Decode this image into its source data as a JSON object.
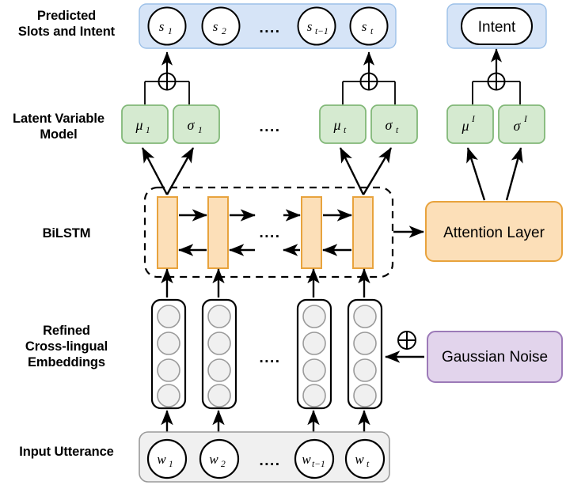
{
  "figure": {
    "title": "Neural architecture: cross-lingual SLU with latent variable model",
    "background": "#ffffff"
  },
  "colors": {
    "blue_fill": "#d6e4f7",
    "blue_stroke": "#9cc0e8",
    "green_fill": "#d5ead0",
    "green_stroke": "#82b878",
    "orange_fill": "#fcdfb8",
    "orange_stroke": "#e8a33d",
    "purple_fill": "#e2d4ec",
    "purple_stroke": "#9c7ab8",
    "gray_fill": "#f0f0f0",
    "gray_stroke": "#9a9a9a",
    "node_fill": "#ffffff",
    "line": "#000000"
  },
  "row_labels": {
    "predicted": "Predicted\nSlots and Intent",
    "predicted_line1": "Predicted",
    "predicted_line2": "Slots and Intent",
    "latent_line1": "Latent Variable",
    "latent_line2": "Model",
    "bilstm": "BiLSTM",
    "embeddings_line1": "Refined",
    "embeddings_line2": "Cross-lingual",
    "embeddings_line3": "Embeddings",
    "input": "Input Utterance"
  },
  "output_layer": {
    "slots": [
      {
        "base": "s",
        "sub": "1",
        "label": "s1"
      },
      {
        "base": "s",
        "sub": "2",
        "label": "s2"
      },
      {
        "base": "s",
        "sub": "t−1",
        "label": "st-1"
      },
      {
        "base": "s",
        "sub": "t",
        "label": "st"
      }
    ],
    "ellipsis": "....",
    "intent": "Intent"
  },
  "latent_layer": {
    "boxes": [
      {
        "base": "μ",
        "sub": "1",
        "sup": "",
        "label": "mu_1"
      },
      {
        "base": "σ",
        "sub": "1",
        "sup": "",
        "label": "sigma_1"
      },
      {
        "base": "μ",
        "sub": "t",
        "sup": "",
        "label": "mu_t"
      },
      {
        "base": "σ",
        "sub": "t",
        "sup": "",
        "label": "sigma_t"
      },
      {
        "base": "μ",
        "sub": "",
        "sup": "I",
        "label": "mu_I"
      },
      {
        "base": "σ",
        "sub": "",
        "sup": "I",
        "label": "sigma_I"
      }
    ],
    "ellipsis": "....",
    "combine_symbol": "⊕"
  },
  "bilstm_layer": {
    "cell_count": 4,
    "ellipsis": "....",
    "attention_label": "Attention Layer",
    "dashed_border": true
  },
  "embedding_layer": {
    "column_count": 4,
    "units_per_column": 4,
    "ellipsis": "....",
    "noise_label": "Gaussian Noise",
    "noise_symbol": "⊕"
  },
  "input_layer": {
    "words": [
      {
        "base": "w",
        "sub": "1",
        "label": "w1"
      },
      {
        "base": "w",
        "sub": "2",
        "label": "w2"
      },
      {
        "base": "w",
        "sub": "t−1",
        "label": "wt-1"
      },
      {
        "base": "w",
        "sub": "t",
        "label": "wt"
      }
    ],
    "ellipsis": "...."
  }
}
